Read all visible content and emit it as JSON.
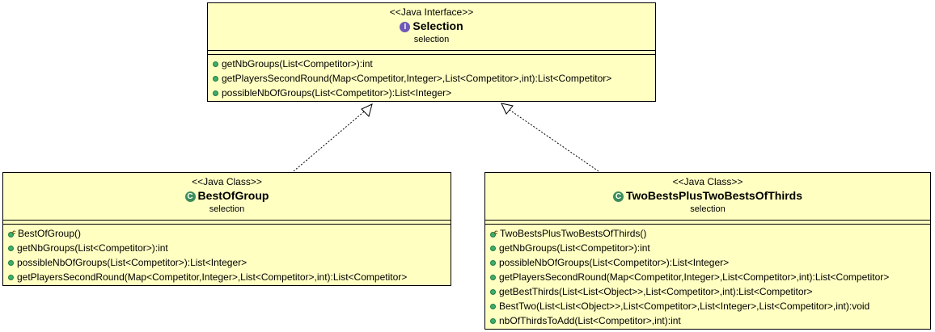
{
  "interface": {
    "stereotype": "<<Java Interface>>",
    "icon": "interface-icon",
    "name": "Selection",
    "package": "selection",
    "operations": [
      "getNbGroups(List<Competitor>):int",
      "getPlayersSecondRound(Map<Competitor,Integer>,List<Competitor>,int):List<Competitor>",
      "possibleNbOfGroups(List<Competitor>):List<Integer>"
    ]
  },
  "class_left": {
    "stereotype": "<<Java Class>>",
    "icon": "class-icon",
    "name": "BestOfGroup",
    "package": "selection",
    "constructor": "BestOfGroup()",
    "operations": [
      "getNbGroups(List<Competitor>):int",
      "possibleNbOfGroups(List<Competitor>):List<Integer>",
      "getPlayersSecondRound(Map<Competitor,Integer>,List<Competitor>,int):List<Competitor>"
    ]
  },
  "class_right": {
    "stereotype": "<<Java Class>>",
    "icon": "class-icon",
    "name": "TwoBestsPlusTwoBestsOfThirds",
    "package": "selection",
    "constructor": "TwoBestsPlusTwoBestsOfThirds()",
    "operations": [
      "getNbGroups(List<Competitor>):int",
      "possibleNbOfGroups(List<Competitor>):List<Integer>",
      "getPlayersSecondRound(Map<Competitor,Integer>,List<Competitor>,int):List<Competitor>",
      "getBestThirds(List<List<Object>>,List<Competitor>,int):List<Competitor>",
      "BestTwo(List<List<Object>>,List<Competitor>,List<Integer>,List<Competitor>,int):void",
      "nbOfThirdsToAdd(List<Competitor>,int):int"
    ]
  },
  "icons": {
    "interface_badge": "I",
    "class_badge": "C",
    "constructor_mark": "c"
  },
  "colors": {
    "box_fill": "#ffffc2",
    "method_dot": "#3fae6a",
    "interface_badge": "#6e58b8",
    "class_badge": "#3c8d5a"
  }
}
